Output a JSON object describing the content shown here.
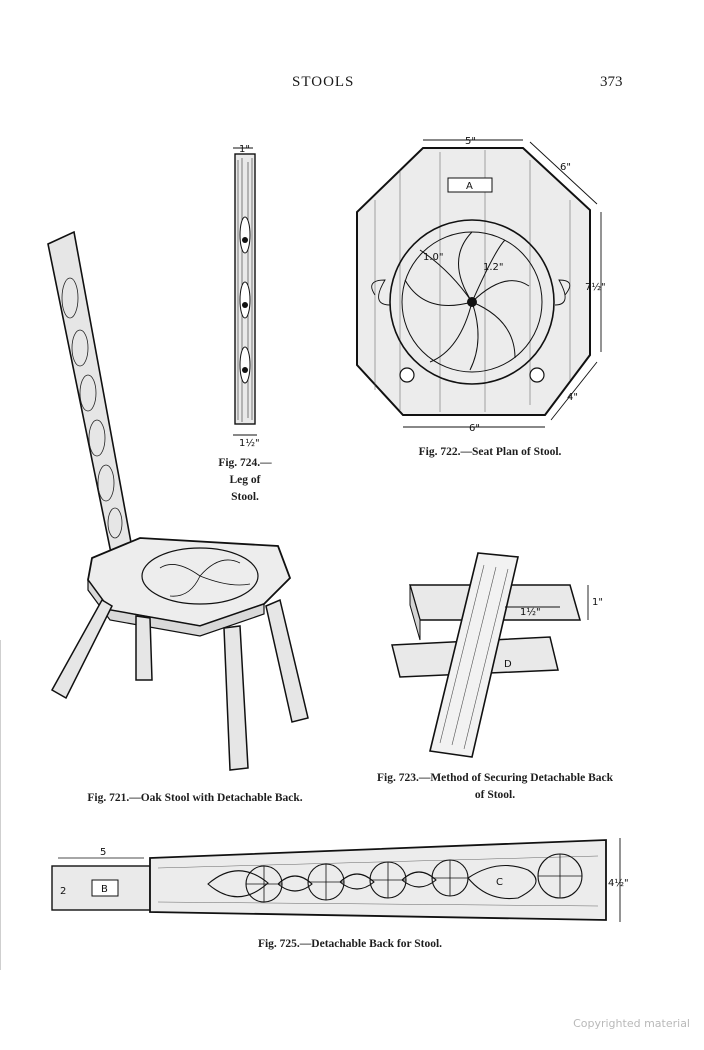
{
  "page": {
    "running_head": "STOOLS",
    "page_number": "373"
  },
  "figures": {
    "fig721": {
      "caption": "Fig. 721.—Oak Stool with Detachable Back."
    },
    "fig722": {
      "caption": "Fig. 722.—Seat Plan of Stool.",
      "labels": {
        "top": "5\"",
        "diag_upper": "6\"",
        "right": "7½\"",
        "diag_lower": "4\"",
        "bottom": "6\"",
        "radius_outer": "1.0\"",
        "radius_inner": "1.2\"",
        "box": "A"
      }
    },
    "fig723": {
      "caption_line1": "Fig. 723.—Method of Securing Detachable Back",
      "caption_line2": "of Stool.",
      "labels": {
        "width": "1½\"",
        "height": "1\"",
        "piece": "D"
      }
    },
    "fig724": {
      "caption_line1": "Fig. 724.—",
      "caption_line2": "Leg of",
      "caption_line3": "Stool.",
      "labels": {
        "top": "1\"",
        "bottom": "1½\""
      }
    },
    "fig725": {
      "caption": "Fig. 725.—Detachable Back for Stool.",
      "labels": {
        "tenon_length": "5",
        "tenon_height": "2",
        "box": "B",
        "center": "C",
        "height": "4½\""
      }
    }
  },
  "footer": {
    "note": "Copyrighted material"
  }
}
